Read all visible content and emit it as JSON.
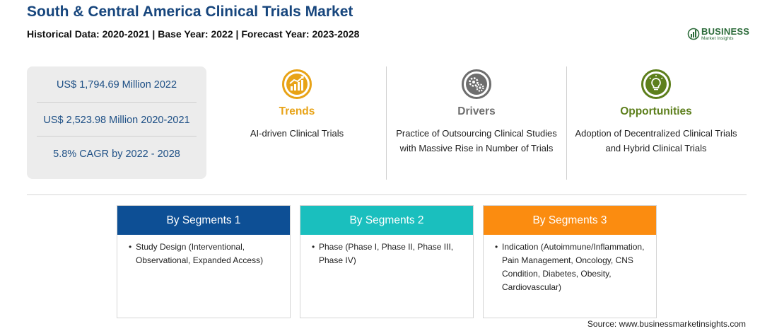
{
  "header": {
    "title": "South & Central America Clinical Trials Market",
    "subtitle": "Historical Data: 2020-2021 | Base Year: 2022 | Forecast Year: 2023-2028"
  },
  "logo": {
    "word": "BUSINESS",
    "sub": "Market Insights"
  },
  "stats": [
    "US$ 1,794.69 Million 2022",
    "US$ 2,523.98 Million 2020-2021",
    "5.8% CAGR by 2022 - 2028"
  ],
  "columns": {
    "trends": {
      "heading": "Trends",
      "text": "AI-driven Clinical Trials",
      "icon": "trend-chart-icon",
      "color": "#e8a317"
    },
    "drivers": {
      "heading": "Drivers",
      "text": "Practice of Outsourcing Clinical Studies with Massive Rise in Number of Trials",
      "icon": "gears-icon",
      "color": "#6e6e6e"
    },
    "opportunities": {
      "heading": "Opportunities",
      "text": "Adoption of Decentralized Clinical Trials and Hybrid Clinical Trials",
      "icon": "lightbulb-icon",
      "color": "#5d7f1c"
    }
  },
  "segments": [
    {
      "heading": "By Segments 1",
      "item": "Study Design (Interventional, Observational, Expanded Access)",
      "color": "#0d4f95"
    },
    {
      "heading": "By Segments 2",
      "item": "Phase (Phase I, Phase II, Phase III, Phase IV)",
      "color": "#1abfbe"
    },
    {
      "heading": "By Segments 3",
      "item": "Indication (Autoimmune/Inflammation, Pain Management, Oncology, CNS Condition, Diabetes, Obesity, Cardiovascular)",
      "color": "#fb8c10"
    }
  ],
  "bullet": "•",
  "source": "Source: www.businessmarketinsights.com"
}
